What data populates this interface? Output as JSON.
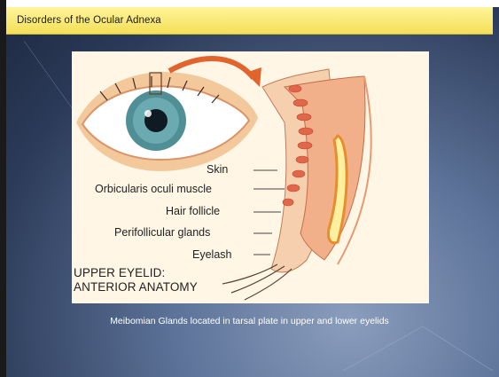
{
  "slide": {
    "title": "Disorders of the Ocular Adnexa",
    "caption": "Meibomian Glands located in tarsal plate in upper and lower eyelids"
  },
  "figure": {
    "labels": {
      "skin": "Skin",
      "orbicularis": "Orbicularis oculi muscle",
      "hair_follicle": "Hair follicle",
      "perifollicular": "Perifollicular glands",
      "eyelash": "Eyelash"
    },
    "diagram_title_line1": "UPPER EYELID:",
    "diagram_title_line2": "ANTERIOR ANATOMY"
  }
}
